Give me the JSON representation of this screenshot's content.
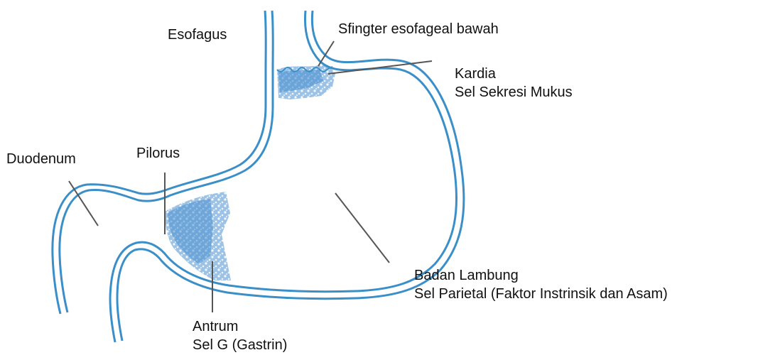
{
  "labels": {
    "esophagus": "Esofagus",
    "sphincter": "Sfingter esofageal bawah",
    "cardia": {
      "line1": "Kardia",
      "line2": "Sel Sekresi Mukus"
    },
    "duodenum": "Duodenum",
    "pylorus": "Pilorus",
    "body": {
      "line1": "Badan Lambung",
      "line2": "Sel Parietal (Faktor Instrinsik dan Asam)"
    },
    "antrum": {
      "line1": "Antrum",
      "line2": "Sel G (Gastrin)"
    }
  },
  "colors": {
    "outline": "#3a8fc9",
    "cells": "#4a8fd0",
    "leader_line": "#555555",
    "text": "#111111"
  }
}
